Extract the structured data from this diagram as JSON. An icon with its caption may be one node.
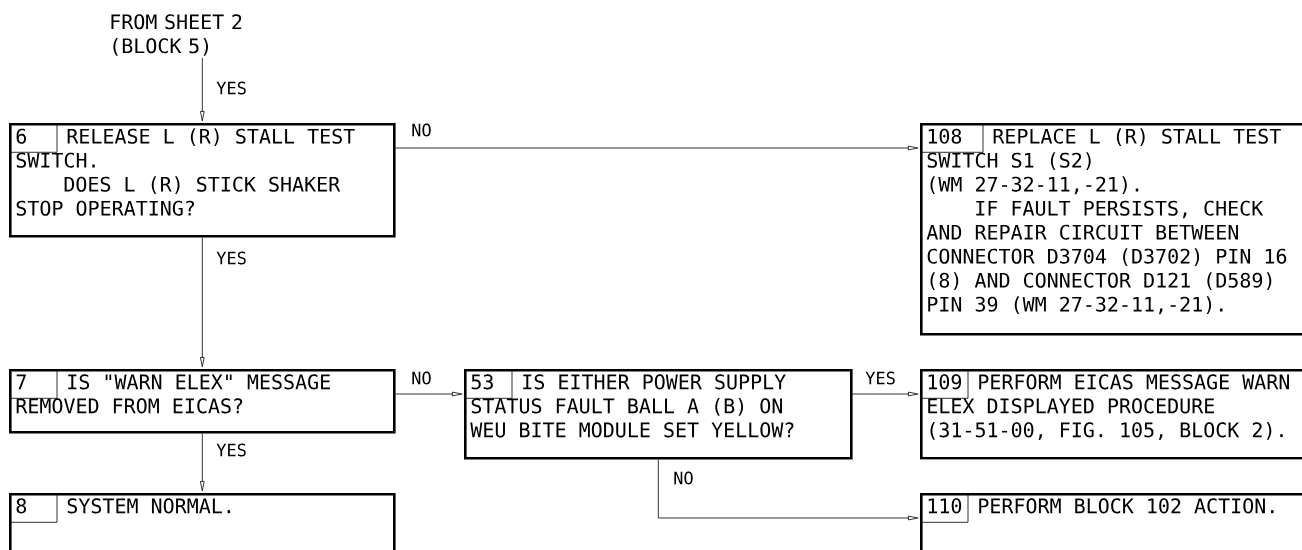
{
  "diagram": {
    "nodes": [
      {
        "text": [
          "FROM SHEET 2 (BLOCK 5)"
        ]
      },
      {
        "text": [
          "6",
          "RELEASE L (R) STALL TEST SWITCH.",
          "DOES L (R) STICK SHAKER STOP OPERATING?"
        ]
      },
      {
        "text": [
          "108",
          "REPLACE L (R) STALL TEST SWITCH S1 (S2)",
          "(WM 27-32-11,-21).",
          "IF FAULT PERSISTS, CHECK AND REPAIR CIRCUIT BETWEEN CONNECTOR D3704 (D3702) PIN 16 (8) AND CONNECTOR D121 (D589) PIN 39 (WM 27-32-11,-21)."
        ]
      },
      {
        "text": [
          "7",
          "IS \"WARN ELEX\" MESSAGE REMOVED FROM EICAS?"
        ]
      },
      {
        "text": [
          "53",
          "IS EITHER POWER SUPPLY STATUS FAULT BALL A (B) ON WEU BITE MODULE SET YELLOW?"
        ]
      },
      {
        "text": [
          "109",
          "PERFORM EICAS MESSAGE WARN ELEX DISPLAYED PROCEDURE (31-51-00, FIG. 105, BLOCK 2)."
        ]
      },
      {
        "text": [
          "8",
          "SYSTEM NORMAL."
        ]
      },
      {
        "text": [
          "110",
          "PERFORM BLOCK 102 ACTION."
        ]
      }
    ],
    "edges": [
      {
        "from": 0,
        "to": 1,
        "arrow": "to",
        "label": "YES"
      },
      {
        "from": 1,
        "to": 2,
        "arrow": "to",
        "label": "NO"
      },
      {
        "from": 1,
        "to": 3,
        "arrow": "to",
        "label": "YES"
      },
      {
        "from": 3,
        "to": 4,
        "arrow": "to",
        "label": "NO"
      },
      {
        "from": 4,
        "to": 5,
        "arrow": "to",
        "label": "YES"
      },
      {
        "from": 3,
        "to": 6,
        "arrow": "to",
        "label": "YES"
      },
      {
        "from": 4,
        "to": 7,
        "arrow": "to",
        "label": "NO"
      }
    ]
  }
}
